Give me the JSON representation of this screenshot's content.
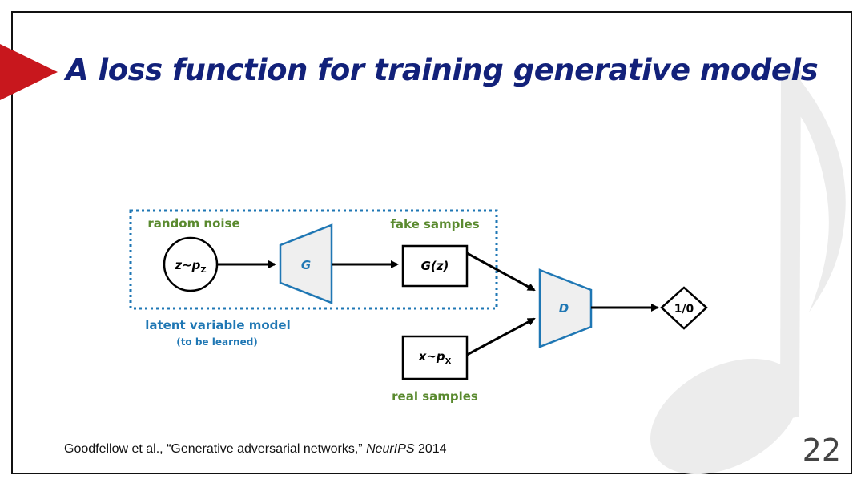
{
  "slide": {
    "title": "A loss function for training generative models",
    "page_number": "22"
  },
  "diagram": {
    "latent_label": "random noise",
    "latent_node": {
      "base": "z~p",
      "sub": "Z"
    },
    "generator_label": "G",
    "fake_node": {
      "base": "G(",
      "var": "z",
      "close": ")"
    },
    "fake_label": "fake samples",
    "real_node": {
      "base": "x~p",
      "sub": "X"
    },
    "real_label": "real samples",
    "discriminator_label": "D",
    "output_label": "1/0",
    "model_box_label": "latent variable model",
    "model_box_sublabel": "(to be learned)"
  },
  "footnote": {
    "authors": "Goodfellow",
    "etal": " et al., “Generative adversarial networks,” ",
    "venue": "NeurIPS",
    "year": " 2014"
  },
  "colors": {
    "title": "#12217a",
    "green": "#5a8a2f",
    "blue": "#1f77b4",
    "marker": "#c8171d",
    "shape_fill": "#efefef"
  },
  "icons": [
    "play-triangle-icon",
    "music-note-watermark-icon"
  ]
}
